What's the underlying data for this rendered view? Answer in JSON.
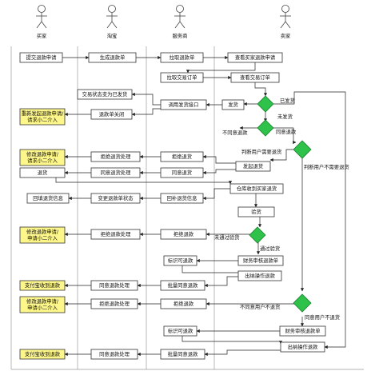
{
  "actors": [
    "买家",
    "淘宝",
    "服务商",
    "卖家"
  ],
  "nodes": {
    "n1": "提交退款申请",
    "n2": "生成退款单",
    "n3": "拉取退款单",
    "n4": "查看买家退款申请",
    "n5": "拉取交易订单",
    "n6": "查看交易订单",
    "n7": "交易状态变为已发货",
    "n8": "调用发货接口",
    "n9": "发货",
    "n10": "退款单关闭",
    "n11": "重新发起退款申请/请求小二介入",
    "n12": "修改退款申请/请求小二介入",
    "n13": "拒绝退货处理",
    "n14": "拒绝退货",
    "n15": "发起退货",
    "n16": "退货",
    "n17": "同意退货处理",
    "n18": "同意退货",
    "n19": "仓库收到买家退货",
    "n20": "回填退货信息",
    "n21": "变更退款单状态",
    "n22": "回补退货信息",
    "n23": "验货",
    "n24": "修改退款申请/申请小二介入",
    "n25": "拒绝退款处理",
    "n26": "拒绝退款",
    "n27": "标识可退款",
    "n28": "财务审核退款单",
    "n29": "出纳操作退款",
    "n30": "支付宝收到退款",
    "n31": "同意退款处理",
    "n32": "批量同意退款",
    "n33": "修改退款申请/申请小二介入",
    "n34": "拒绝退款处理",
    "n35": "拒绝退款",
    "n36": "标识可退款",
    "n37": "财务审核退款单",
    "n38": "出纳操作退款",
    "n39": "支付宝收到退款",
    "n40": "同意退款处理",
    "n41": "批量同意退款"
  },
  "edge_labels": {
    "e1": "已发货",
    "e2": "未发货",
    "e3": "不同意退款",
    "e4": "同意退款",
    "e5": "判断用户需要退货",
    "e6": "判断用户不需要退货",
    "e7": "未通过验货",
    "e8": "通过验货",
    "e9": "不同意用户不退货",
    "e10": "同意用户不退货"
  },
  "colors": {
    "highlight": "#fdf68a",
    "decision": "#2ec24a"
  }
}
